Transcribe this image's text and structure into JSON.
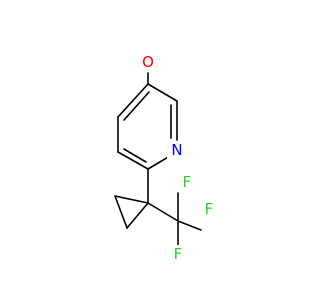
{
  "molecule": {
    "colors": {
      "bond": "#000000",
      "oxygen": "#ff0000",
      "nitrogen": "#0000ff",
      "fluorine": "#33cc33"
    },
    "atoms": {
      "oxygen": "O",
      "nitrogen": "N",
      "fluorine_1": "F",
      "fluorine_2": "F",
      "fluorine_3": "F"
    }
  }
}
